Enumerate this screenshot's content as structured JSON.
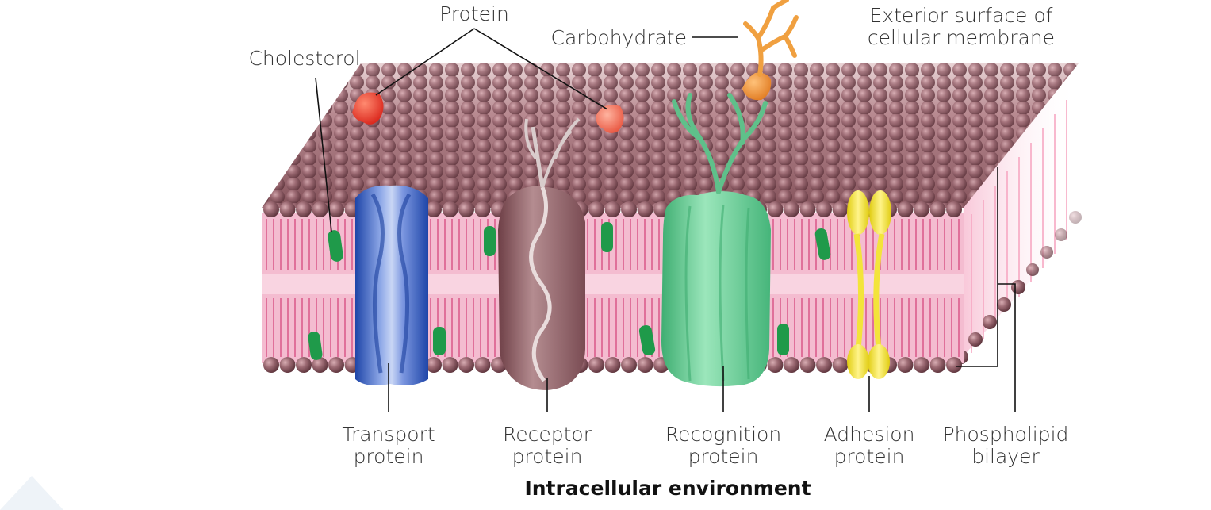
{
  "labels": {
    "protein": "Protein",
    "carbohydrate": "Carbohydrate",
    "exterior_line1": "Exterior surface of",
    "exterior_line2": "cellular membrane",
    "cholesterol": "Cholesterol",
    "transport_line1": "Transport",
    "transport_line2": "protein",
    "receptor_line1": "Receptor",
    "receptor_line2": "protein",
    "recognition_line1": "Recognition",
    "recognition_line2": "protein",
    "adhesion_line1": "Adhesion",
    "adhesion_line2": "protein",
    "phospholipid_line1": "Phospholipid",
    "phospholipid_line2": "bilayer",
    "intracellular": "Intracellular environment"
  },
  "colors": {
    "head": "#8c5a63",
    "head_dark": "#6e3f48",
    "tail_band": "#f2b4c9",
    "tail_line": "#e06f98",
    "cholesterol": "#1f9a4a",
    "transport": "#4a74c8",
    "receptor": "#9a6c70",
    "recognition": "#6fcf98",
    "adhesion": "#f3e43a",
    "surface_protein": "#e63b2b",
    "carbohydrate": "#f0a040"
  }
}
